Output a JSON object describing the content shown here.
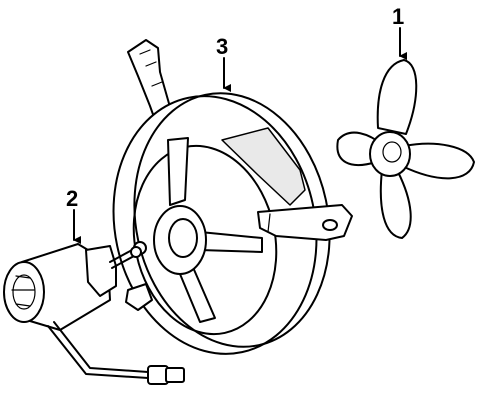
{
  "callouts": {
    "fan_blade": "1",
    "fan_motor": "2",
    "fan_shroud": "3"
  },
  "colors": {
    "ink": "#000000",
    "background": "#ffffff",
    "shading": "#e9e9e9"
  }
}
